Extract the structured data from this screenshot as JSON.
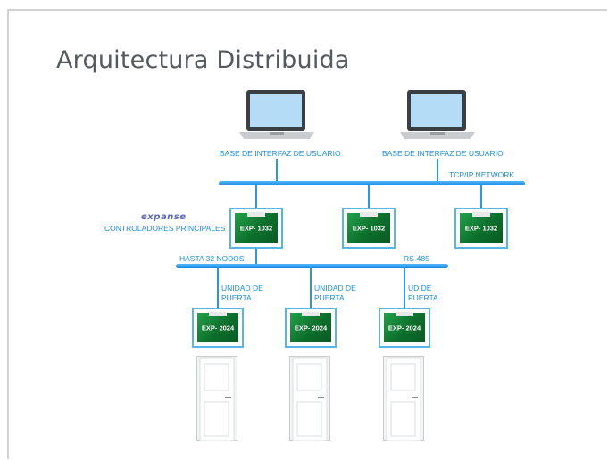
{
  "title": "Arquitectura Distribuida",
  "workstations": [
    {
      "label": "BASE DE INTERFAZ DE USUARIO"
    },
    {
      "label": "BASE DE INTERFAZ DE USUARIO"
    }
  ],
  "network_label": "TCP/IP NETWORK",
  "brand_logo": "expanse",
  "main_controllers_label": "CONTROLADORES PRINCIPALES",
  "main_controllers": [
    {
      "model": "EXP- 1032"
    },
    {
      "model": "EXP- 1032"
    },
    {
      "model": "EXP- 1032"
    }
  ],
  "rs485_left_label": "HASTA 32 NODOS",
  "rs485_right_label": "RS-485",
  "door_units": [
    {
      "label_line1": "UNIDAD DE",
      "label_line2": "PUERTA",
      "model": "EXP- 2024"
    },
    {
      "label_line1": "UNIDAD DE",
      "label_line2": "PUERTA",
      "model": "EXP- 2024"
    },
    {
      "label_line1": "UD DE",
      "label_line2": "PUERTA",
      "model": "EXP- 2024"
    }
  ],
  "colors": {
    "accent_blue": "#1f8fd6",
    "pcb_green": "#0d6f2c",
    "title_gray": "#555a5e"
  },
  "icons": [
    "laptop-icon",
    "door-icon",
    "pcb-board-icon"
  ]
}
